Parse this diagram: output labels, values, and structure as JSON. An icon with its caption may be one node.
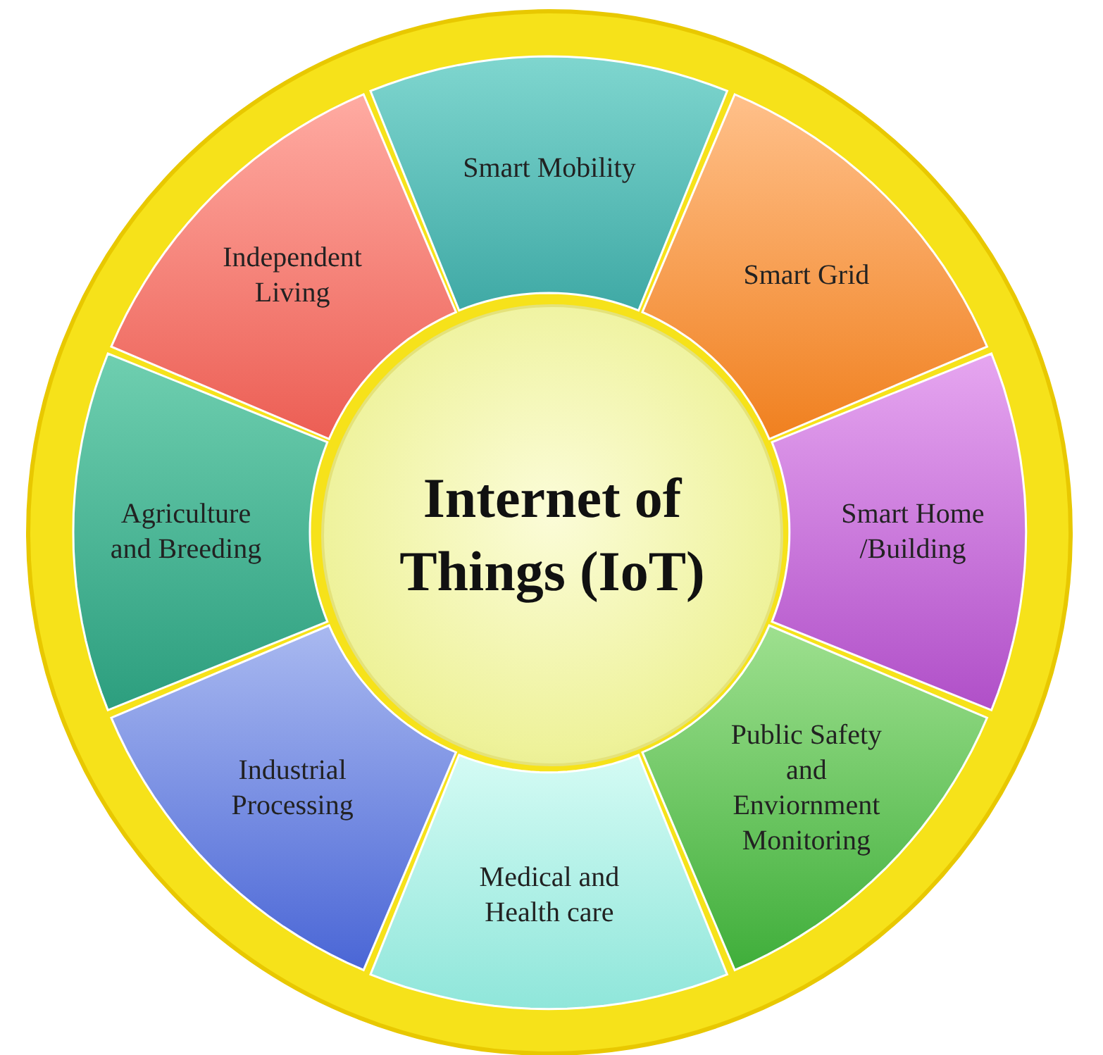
{
  "diagram": {
    "nodes": [
      {
        "text": [
          "Internet of Things (IoT)"
        ]
      },
      {
        "text": [
          "Smart Mobility"
        ]
      },
      {
        "text": [
          "Smart Grid"
        ]
      },
      {
        "text": [
          "Smart Home /Building"
        ]
      },
      {
        "text": [
          "Public Safety and Enviornment Monitoring"
        ]
      },
      {
        "text": [
          "Medical and Health care"
        ]
      },
      {
        "text": [
          "Industrial Processing"
        ]
      },
      {
        "text": [
          "Agriculture and Breeding"
        ]
      },
      {
        "text": [
          "Independent Living"
        ]
      }
    ],
    "edges": []
  }
}
